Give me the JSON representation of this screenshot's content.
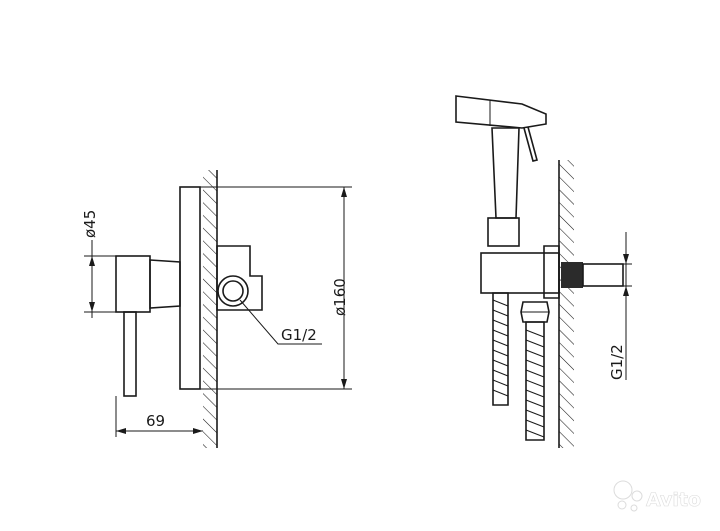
{
  "dimensions": {
    "height_label": "ø45",
    "diameter_label": "ø160",
    "width_label": "69",
    "thread_left_label": "G1/2",
    "thread_right_label": "G1/2"
  },
  "watermark": {
    "text": "Avito",
    "color": "#ffffff"
  },
  "colors": {
    "line": "#1a1a1a",
    "background": "#ffffff",
    "wall_fill": "#2b2b2b"
  }
}
